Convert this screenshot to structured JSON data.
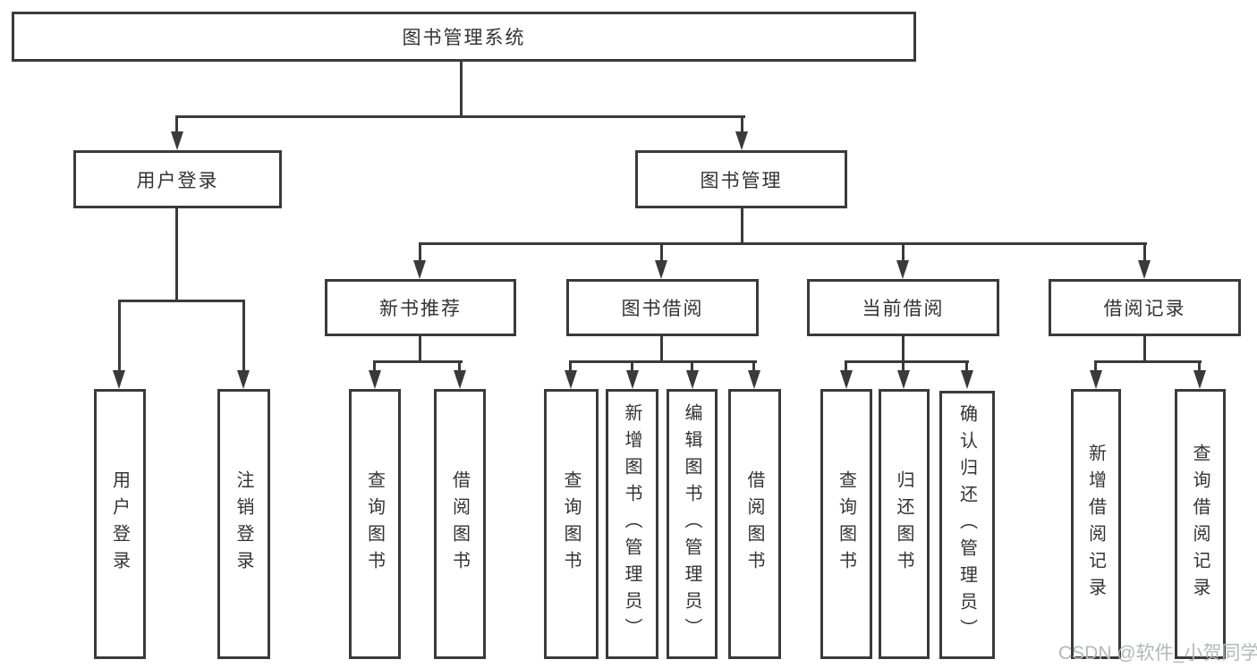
{
  "colors": {
    "line": "#3a3a3a",
    "text": "#333333",
    "bg": "#ffffff",
    "watermark": "#b4b7ba"
  },
  "watermark": {
    "text": "CSDN @软件_小贺同学"
  },
  "diagram": {
    "root": {
      "label": "图书管理系统"
    },
    "branches": [
      {
        "label": "用户登录",
        "children": [
          {
            "label": "用户登录"
          },
          {
            "label": "注销登录"
          }
        ]
      },
      {
        "label": "图书管理",
        "children": [
          {
            "label": "新书推荐",
            "children": [
              {
                "label": "查询图书"
              },
              {
                "label": "借阅图书"
              }
            ]
          },
          {
            "label": "图书借阅",
            "children": [
              {
                "label": "查询图书"
              },
              {
                "label": "新增图书（管理员）"
              },
              {
                "label": "编辑图书（管理员）"
              },
              {
                "label": "借阅图书"
              }
            ]
          },
          {
            "label": "当前借阅",
            "children": [
              {
                "label": "查询图书"
              },
              {
                "label": "归还图书"
              },
              {
                "label": "确认归还（管理员）"
              }
            ]
          },
          {
            "label": "借阅记录",
            "children": [
              {
                "label": "新增借阅记录"
              },
              {
                "label": "查询借阅记录"
              }
            ]
          }
        ]
      }
    ]
  }
}
